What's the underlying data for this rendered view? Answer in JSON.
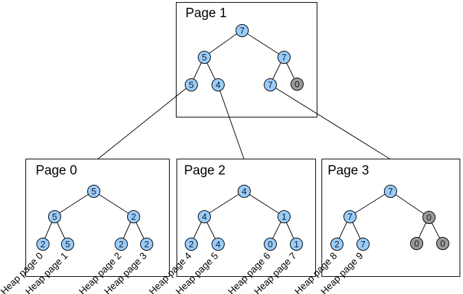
{
  "palette": {
    "node_blue": "#99ccff",
    "node_gray": "#9b9b9b",
    "line_color": "#000000",
    "box_border": "#000000",
    "background": "#ffffff",
    "text_color": "#000000"
  },
  "pages": [
    {
      "title": "Page 1",
      "nodes": [
        {
          "id": "root",
          "value": "7",
          "color": "blue"
        },
        {
          "id": "left",
          "value": "5",
          "color": "blue"
        },
        {
          "id": "right",
          "value": "7",
          "color": "blue"
        },
        {
          "id": "left-left",
          "value": "5",
          "color": "blue"
        },
        {
          "id": "left-right",
          "value": "4",
          "color": "blue"
        },
        {
          "id": "right-left",
          "value": "7",
          "color": "blue"
        },
        {
          "id": "right-right",
          "value": "0",
          "color": "gray"
        }
      ]
    },
    {
      "title": "Page 0",
      "nodes": [
        {
          "id": "root",
          "value": "5",
          "color": "blue"
        },
        {
          "id": "left",
          "value": "5",
          "color": "blue"
        },
        {
          "id": "right",
          "value": "2",
          "color": "blue"
        },
        {
          "id": "left-left",
          "value": "2",
          "color": "blue"
        },
        {
          "id": "left-right",
          "value": "5",
          "color": "blue"
        },
        {
          "id": "right-left",
          "value": "2",
          "color": "blue"
        },
        {
          "id": "right-right",
          "value": "2",
          "color": "blue"
        }
      ]
    },
    {
      "title": "Page 2",
      "nodes": [
        {
          "id": "root",
          "value": "4",
          "color": "blue"
        },
        {
          "id": "left",
          "value": "4",
          "color": "blue"
        },
        {
          "id": "right",
          "value": "1",
          "color": "blue"
        },
        {
          "id": "left-left",
          "value": "2",
          "color": "blue"
        },
        {
          "id": "left-right",
          "value": "4",
          "color": "blue"
        },
        {
          "id": "right-left",
          "value": "0",
          "color": "blue"
        },
        {
          "id": "right-right",
          "value": "1",
          "color": "blue"
        }
      ]
    },
    {
      "title": "Page 3",
      "nodes": [
        {
          "id": "root",
          "value": "7",
          "color": "blue"
        },
        {
          "id": "left",
          "value": "7",
          "color": "blue"
        },
        {
          "id": "right",
          "value": "0",
          "color": "gray"
        },
        {
          "id": "left-left",
          "value": "2",
          "color": "blue"
        },
        {
          "id": "left-right",
          "value": "7",
          "color": "blue"
        },
        {
          "id": "right-left",
          "value": "0",
          "color": "gray"
        },
        {
          "id": "right-right",
          "value": "0",
          "color": "gray"
        }
      ]
    }
  ],
  "heap_labels": [
    "Heap page 0",
    "Heap page 1",
    "Heap page 2",
    "Heap page 3",
    "Heap page 4",
    "Heap page 5",
    "Heap page 6",
    "Heap page 7",
    "Heap page 8",
    "Heap page 9"
  ]
}
